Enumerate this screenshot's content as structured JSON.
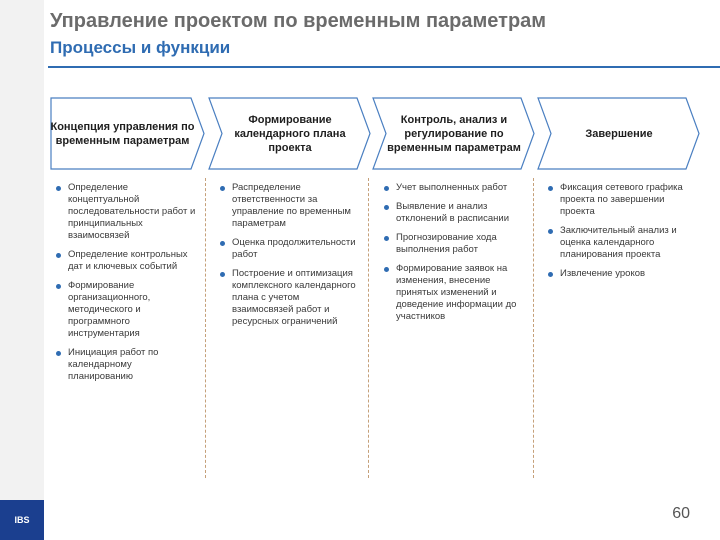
{
  "header": {
    "title": "Управление проектом по временным параметрам",
    "subtitle": "Процессы и функции"
  },
  "stages": [
    {
      "label": "Концепция управления по временным параметрам",
      "items": [
        "Определение концептуальной последовательности работ и принципиальных взаимосвязей",
        "Определение контрольных дат и ключевых событий",
        "Формирование организационного, методического и программного инструментария",
        "Инициация работ по календарному планированию"
      ]
    },
    {
      "label": "Формирование календарного плана проекта",
      "items": [
        "Распределение ответственности за управление по временным параметрам",
        "Оценка продолжительности работ",
        "Построение и оптимизация комплексного календарного плана с учетом взаимосвязей работ и ресурсных ограничений"
      ]
    },
    {
      "label": "Контроль, анализ и регулирование по временным параметрам",
      "items": [
        "Учет выполненных работ",
        "Выявление и анализ отклонений в расписании",
        "Прогнозирование хода выполнения работ",
        "Формирование заявок на изменения, внесение принятых изменений и доведение информации до участников"
      ]
    },
    {
      "label": "Завершение",
      "items": [
        "Фиксация сетевого графика проекта по завершении проекта",
        "Заключительный анализ и оценка календарного планирования проекта",
        "Извлечение уроков"
      ]
    }
  ],
  "footer": {
    "logo": "IBS",
    "page_number": "60"
  },
  "colors": {
    "accent": "#2f6cb2",
    "chevron_fill": "#ffffff",
    "chevron_stroke": "#4a7fc1",
    "divider": "#c5a07a",
    "logo_bg": "#1b3f8f"
  }
}
